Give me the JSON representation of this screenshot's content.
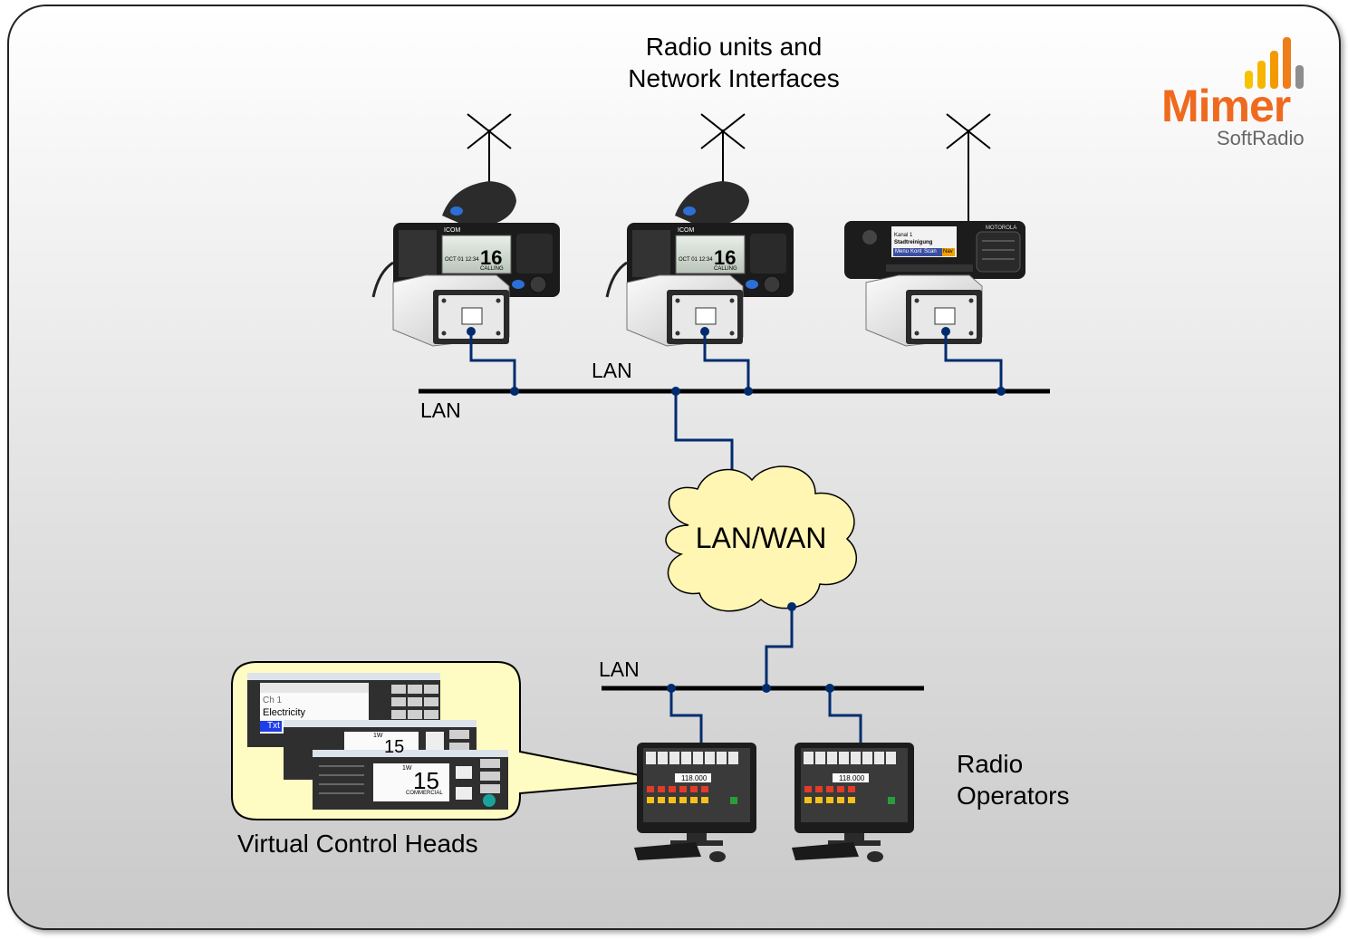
{
  "title": [
    "Radio units and",
    "Network Interfaces"
  ],
  "lan_labels": [
    "LAN",
    "LAN",
    "LAN"
  ],
  "cloud_label": "LAN/WAN",
  "operators_label": [
    "Radio",
    "Operators"
  ],
  "vch_label": "Virtual Control Heads",
  "logo": {
    "name": "Mimer",
    "sub": "SoftRadio"
  },
  "radios": [
    {
      "brand": "ICOM",
      "channel": "16",
      "display_lines": [
        "CALLING",
        "OCT 01 12:34"
      ]
    },
    {
      "brand": "ICOM",
      "channel": "16",
      "display_lines": [
        "CALLING",
        "OCT 01 12:34"
      ]
    },
    {
      "brand": "MOTOROLA",
      "display_lines": [
        "Kanal 1",
        "Stadtreinigung",
        "Menu",
        "Kont",
        "Scan",
        "Nav"
      ]
    }
  ],
  "vch_screens": {
    "back": {
      "channel": "Ch 1",
      "name": "Electricity",
      "button": "Txt"
    },
    "middle": {
      "power": "1W",
      "channel": "15"
    },
    "front": {
      "power": "1W",
      "channel": "15",
      "label": "COMMERCIAL"
    }
  },
  "monitor_readout": "118.000",
  "colors": {
    "link": "#002c6e",
    "bus": "#000000",
    "cloud": "#fff6b3",
    "callout": "#fefcc2",
    "logo": "#ef6a1f"
  }
}
